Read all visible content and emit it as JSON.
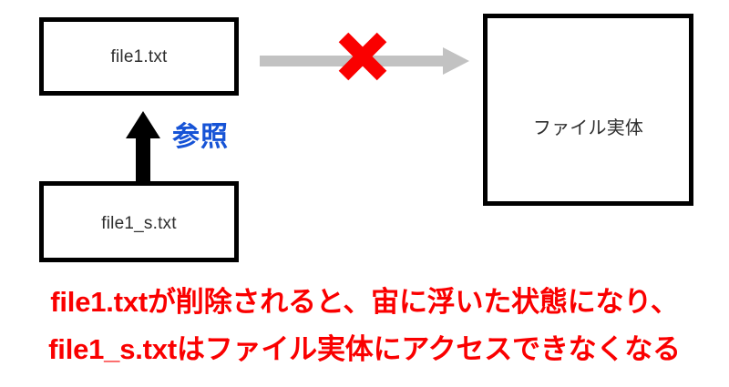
{
  "diagram": {
    "title": "symbolic-link-broken-reference-diagram",
    "boxes": [
      {
        "id": "file1",
        "label": "file1.txt"
      },
      {
        "id": "file1_s",
        "label": "file1_s.txt"
      },
      {
        "id": "entity",
        "label": "ファイル実体"
      }
    ],
    "labels": {
      "reference": "参照"
    },
    "connectors": [
      {
        "id": "reference-arrow",
        "from": "file1_s.txt",
        "to": "file1.txt",
        "direction": "up",
        "color": "#000000",
        "label": "参照",
        "state": "valid"
      },
      {
        "id": "broken-link-arrow",
        "from": "file1.txt",
        "to": "ファイル実体",
        "direction": "right",
        "color": "#c2c2c2",
        "state": "broken",
        "marker": "red-cross"
      }
    ],
    "colors": {
      "box_border": "#000000",
      "box_fill": "#ffffff",
      "box_text": "#2e2e2e",
      "reference_label": "#1653d6",
      "broken_arrow": "#c2c2c2",
      "cross_mark": "#fa0000",
      "caption_text": "#fa0000"
    }
  },
  "caption": {
    "line1": "file1.txtが削除されると、宙に浮いた状態になり、",
    "line2": "file1_s.txtはファイル実体にアクセスできなくなる"
  }
}
